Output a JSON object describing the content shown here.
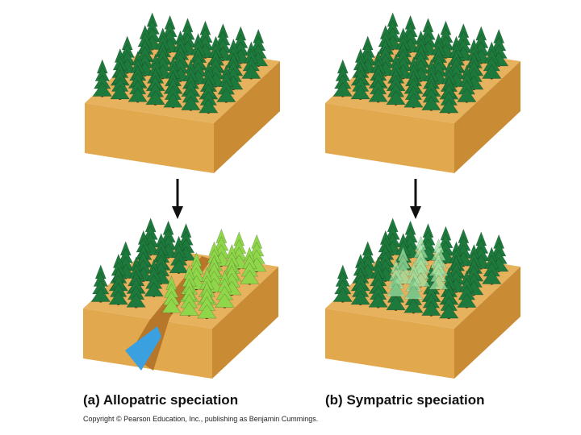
{
  "panels": [
    {
      "label": "(a)",
      "title": "Allopatric speciation"
    },
    {
      "label": "(b)",
      "title": "Sympatric speciation"
    }
  ],
  "copyright": "Copyright © Pearson Education, Inc., publishing as Benjamin Cummings.",
  "colors": {
    "top_face": "#e6b25e",
    "front_face": "#e2a84e",
    "side_face": "#c98c34",
    "tree_dark": "#1e7a3c",
    "tree_light": "#8fd64a",
    "tree_translucent": "#9fe0a0",
    "water": "#3aa0e0",
    "canyon": "#b7772a"
  }
}
